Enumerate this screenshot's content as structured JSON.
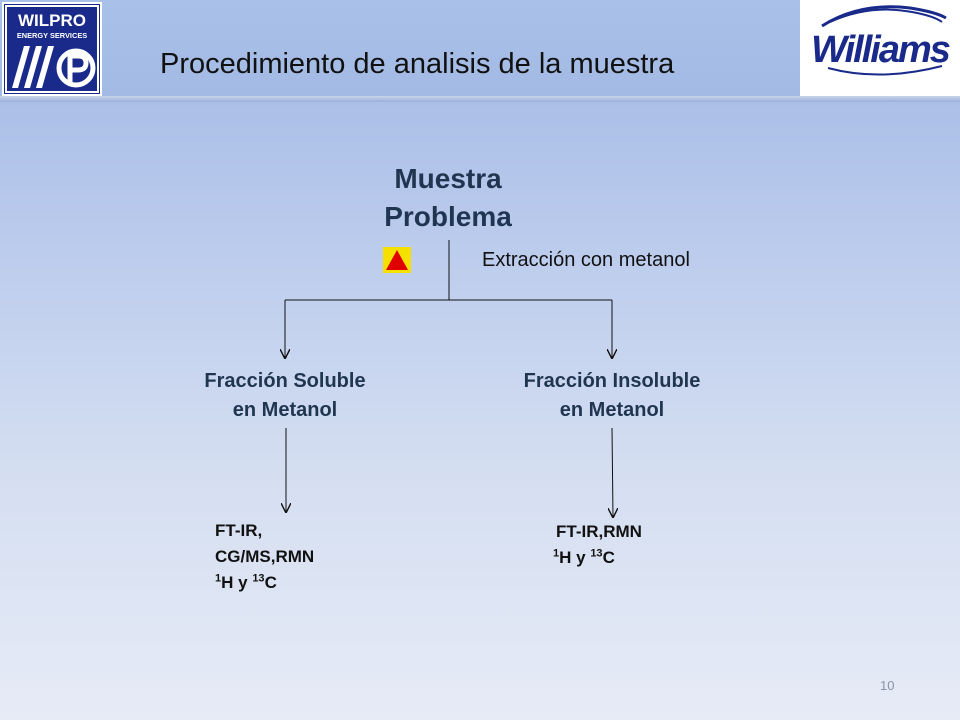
{
  "header": {
    "title": "Procedimiento de analisis de la muestra",
    "logo_left": {
      "line1": "WILPRO",
      "line2": "ENERGY SERVICES"
    },
    "logo_right": {
      "text": "Williams"
    }
  },
  "diagram": {
    "root": {
      "line1": "Muestra",
      "line2": "Problema"
    },
    "edge_label": "Extracción con metanol",
    "left_node": {
      "line1": "Fracción Soluble",
      "line2": "en Metanol"
    },
    "right_node": {
      "line1": "Fracción  Insoluble",
      "line2": "en Metanol"
    },
    "left_leaf": {
      "line1": "FT-IR,",
      "line2": "CG/MS,RMN",
      "line3_a_sup": "1",
      "line3_a": "H y ",
      "line3_b_sup": "13",
      "line3_b": "C"
    },
    "right_leaf": {
      "line1": "FT-IR,RMN",
      "line2_a_sup": "1",
      "line2_a": "H y ",
      "line2_b_sup": "13",
      "line2_b": "C"
    }
  },
  "footer": {
    "page_number": "10"
  },
  "colors": {
    "node_text": "#1f3550",
    "warn_fill": "#e00000",
    "warn_border": "#f5e000",
    "logo_blue": "#1a2a8a"
  },
  "icons": {
    "warning": "warning-triangle-icon"
  }
}
